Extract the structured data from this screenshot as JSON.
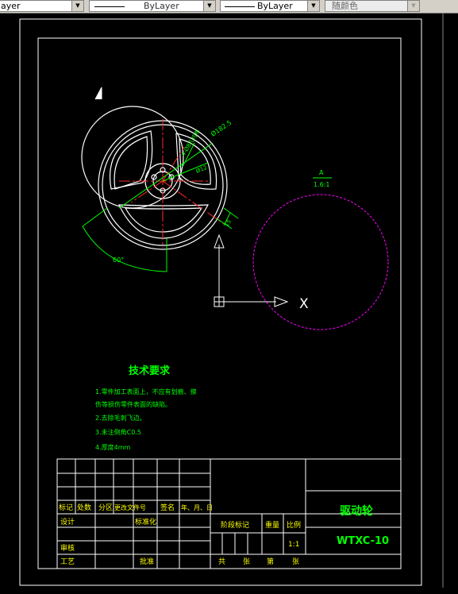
{
  "toolbar": {
    "layer_combo": "ayer",
    "linetype_combo": "ByLayer",
    "lineweight_combo": "ByLayer",
    "color_combo": "随颜色"
  },
  "drawing": {
    "view_label_a": "A",
    "detail_label": "A",
    "detail_scale": "1.6:1",
    "dim_diameter": "Ø182.5",
    "dim_pattern": "4-Ø8孔均布",
    "dim_bore": "Ø12",
    "dim_angle": "60°",
    "dim_small": "15",
    "axis_x_label": "X"
  },
  "tech": {
    "title": "技术要求",
    "items": [
      "1.零件加工表面上，不应有划痕、擦",
      "伤等损伤零件表面的缺陷。",
      "2.去除毛刺飞边。",
      "3.未注倒角C0.5",
      "4.厚度4mm"
    ]
  },
  "titleblock": {
    "col_biaoji": "标记",
    "col_chushu": "处数",
    "col_fenqu": "分区",
    "col_genggai": "更改文件号",
    "col_qianming": "签名",
    "col_date": "年、月、日",
    "row_sheji": "设计",
    "row_biaozhunhua": "标准化",
    "row_shenhe": "审核",
    "row_gongyi": "工艺",
    "row_pizhun": "批准",
    "jieduan": "阶段标记",
    "zhongliang": "重量",
    "bili": "比例",
    "scale_value": "1:1",
    "gong": "共",
    "zhang1": "张",
    "di": "第",
    "zhang2": "张",
    "part_name": "驱动轮",
    "part_code": "WTXC-10"
  }
}
